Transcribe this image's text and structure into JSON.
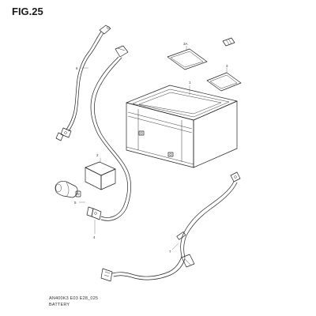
{
  "figure_title": "FIG.25",
  "callouts": {
    "c1": "1",
    "c2": "2",
    "c3": "3",
    "c3a": "3A",
    "c4": "4",
    "c5": "5",
    "c6": "6",
    "c7": "7"
  },
  "drawing_code": "AN400K3 E03 E28_025",
  "section_name": "BATTERY"
}
